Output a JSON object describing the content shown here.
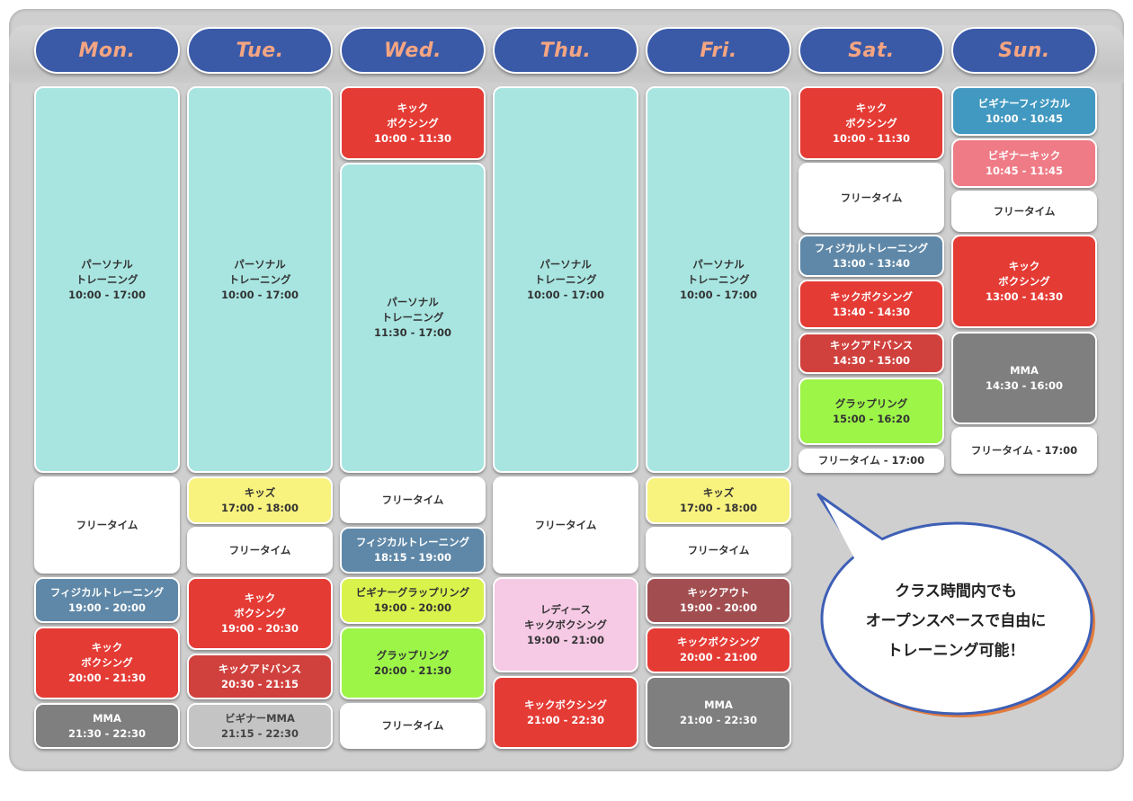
{
  "days": [
    "Mon.",
    "Tue.",
    "Wed.",
    "Thu.",
    "Fri.",
    "Sat.",
    "Sun."
  ],
  "columns": [
    [
      {
        "lines": [
          "パーソナル",
          "トレーニング",
          "10:00 - 17:00"
        ],
        "color": "teal"
      },
      {
        "lines": [
          "フリータイム"
        ],
        "color": "white"
      },
      {
        "lines": [
          "フィジカルトレーニング",
          "19:00 - 20:00"
        ],
        "color": "blue"
      },
      {
        "lines": [
          "キック",
          "ボクシング",
          "20:00 - 21:30"
        ],
        "color": "red"
      },
      {
        "lines": [
          "MMA",
          "21:30 - 22:30"
        ],
        "color": "gray"
      }
    ],
    [
      {
        "lines": [
          "パーソナル",
          "トレーニング",
          "10:00 - 17:00"
        ],
        "color": "teal"
      },
      {
        "lines": [
          "キッズ",
          "17:00 - 18:00"
        ],
        "color": "yellow"
      },
      {
        "lines": [
          "フリータイム"
        ],
        "color": "white"
      },
      {
        "lines": [
          "キック",
          "ボクシング",
          "19:00 - 20:30"
        ],
        "color": "red"
      },
      {
        "lines": [
          "キックアドバンス",
          "20:30 - 21:15"
        ],
        "color": "darkred"
      },
      {
        "lines": [
          "ビギナーMMA",
          "21:15 - 22:30"
        ],
        "color": "ltgray"
      }
    ],
    [
      {
        "lines": [
          "キック",
          "ボクシング",
          "10:00 - 11:30"
        ],
        "color": "red"
      },
      {
        "lines": [
          "パーソナル",
          "トレーニング",
          "11:30 - 17:00"
        ],
        "color": "teal"
      },
      {
        "lines": [
          "フリータイム"
        ],
        "color": "white"
      },
      {
        "lines": [
          "フィジカルトレーニング",
          "18:15 - 19:00"
        ],
        "color": "blue"
      },
      {
        "lines": [
          "ビギナーグラップリング",
          "19:00 - 20:00"
        ],
        "color": "lime"
      },
      {
        "lines": [
          "グラップリング",
          "20:00 - 21:30"
        ],
        "color": "green"
      },
      {
        "lines": [
          "フリータイム"
        ],
        "color": "white"
      }
    ],
    [
      {
        "lines": [
          "パーソナル",
          "トレーニング",
          "10:00 - 17:00"
        ],
        "color": "teal"
      },
      {
        "lines": [
          "フリータイム"
        ],
        "color": "white"
      },
      {
        "lines": [
          "レディース",
          "キックボクシング",
          "19:00 - 21:00"
        ],
        "color": "pink"
      },
      {
        "lines": [
          "キックボクシング",
          "21:00 - 22:30"
        ],
        "color": "red"
      }
    ],
    [
      {
        "lines": [
          "パーソナル",
          "トレーニング",
          "10:00 - 17:00"
        ],
        "color": "teal"
      },
      {
        "lines": [
          "キッズ",
          "17:00 - 18:00"
        ],
        "color": "yellow"
      },
      {
        "lines": [
          "フリータイム"
        ],
        "color": "white"
      },
      {
        "lines": [
          "キックアウト",
          "19:00 - 20:00"
        ],
        "color": "brown"
      },
      {
        "lines": [
          "キックボクシング",
          "20:00 - 21:00"
        ],
        "color": "red"
      },
      {
        "lines": [
          "MMA",
          "21:00 - 22:30"
        ],
        "color": "gray"
      }
    ],
    [
      {
        "lines": [
          "キック",
          "ボクシング",
          "10:00 - 11:30"
        ],
        "color": "red"
      },
      {
        "lines": [
          "フリータイム"
        ],
        "color": "white"
      },
      {
        "lines": [
          "フィジカルトレーニング",
          "13:00 - 13:40"
        ],
        "color": "blue"
      },
      {
        "lines": [
          "キックボクシング",
          "13:40 - 14:30"
        ],
        "color": "red"
      },
      {
        "lines": [
          "キックアドバンス",
          "14:30 - 15:00"
        ],
        "color": "darkred"
      },
      {
        "lines": [
          "グラップリング",
          "15:00 - 16:20"
        ],
        "color": "green"
      },
      {
        "lines": [
          "フリータイム - 17:00"
        ],
        "color": "white"
      }
    ],
    [
      {
        "lines": [
          "ビギナーフィジカル",
          "10:00 - 10:45"
        ],
        "color": "sky"
      },
      {
        "lines": [
          "ビギナーキック",
          "10:45 - 11:45"
        ],
        "color": "rose"
      },
      {
        "lines": [
          "フリータイム"
        ],
        "color": "white"
      },
      {
        "lines": [
          "キック",
          "ボクシング",
          "13:00 - 14:30"
        ],
        "color": "red"
      },
      {
        "lines": [
          "MMA",
          "14:30 - 16:00"
        ],
        "color": "gray"
      },
      {
        "lines": [
          "フリータイム - 17:00"
        ],
        "color": "white"
      }
    ]
  ],
  "callout": {
    "lines": [
      "クラス時間内でも",
      "オープンスペースで自由に",
      "トレーニング可能！"
    ]
  }
}
